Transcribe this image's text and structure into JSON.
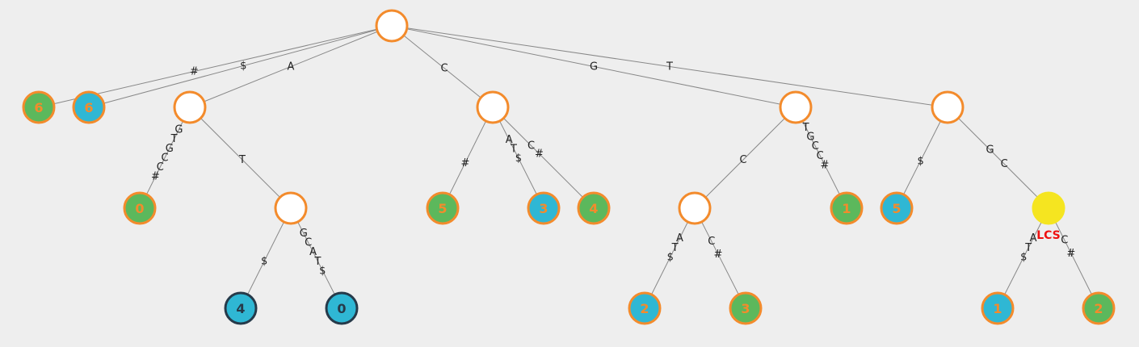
{
  "colors": {
    "background": "#eeeeee",
    "internal_fill": "#ffffff",
    "node_border": "#f38b2c",
    "leaf_green": "#5cb85c",
    "leaf_blue": "#2fb7d4",
    "highlight_blue_border": "#263a4a",
    "lcs_yellow": "#f5e520",
    "lcs_text": "#ee1111",
    "label_orange": "#f38b2c",
    "label_dark": "#263a4a"
  },
  "nodes": [
    {
      "id": "root",
      "kind": "internal",
      "label": ""
    },
    {
      "id": "n6g",
      "kind": "green",
      "label": "6"
    },
    {
      "id": "n6b",
      "kind": "blue",
      "label": "6"
    },
    {
      "id": "nA",
      "kind": "internal",
      "label": ""
    },
    {
      "id": "n0g",
      "kind": "green",
      "label": "0"
    },
    {
      "id": "nAT",
      "kind": "internal",
      "label": ""
    },
    {
      "id": "n4d",
      "kind": "blue-dark",
      "label": "4"
    },
    {
      "id": "n0d",
      "kind": "blue-dark",
      "label": "0"
    },
    {
      "id": "nC",
      "kind": "internal",
      "label": ""
    },
    {
      "id": "n5g",
      "kind": "green",
      "label": "5"
    },
    {
      "id": "n3b",
      "kind": "blue",
      "label": "3"
    },
    {
      "id": "n4g",
      "kind": "green",
      "label": "4"
    },
    {
      "id": "nG",
      "kind": "internal",
      "label": ""
    },
    {
      "id": "nGC",
      "kind": "internal",
      "label": ""
    },
    {
      "id": "n2b",
      "kind": "blue",
      "label": "2"
    },
    {
      "id": "n3g",
      "kind": "green",
      "label": "3"
    },
    {
      "id": "n1g",
      "kind": "green",
      "label": "1"
    },
    {
      "id": "nT",
      "kind": "internal",
      "label": ""
    },
    {
      "id": "n5b",
      "kind": "blue",
      "label": "5"
    },
    {
      "id": "nLCS",
      "kind": "lcs",
      "label": "",
      "tag": "LCS"
    },
    {
      "id": "n1b",
      "kind": "blue",
      "label": "1"
    },
    {
      "id": "n2g",
      "kind": "green",
      "label": "2"
    }
  ],
  "edges": [
    {
      "from": "root",
      "to": "n6g",
      "label": "#"
    },
    {
      "from": "root",
      "to": "n6b",
      "label": "$"
    },
    {
      "from": "root",
      "to": "nA",
      "label": "A"
    },
    {
      "from": "root",
      "to": "nC",
      "label": "C"
    },
    {
      "from": "root",
      "to": "nG",
      "label": "G"
    },
    {
      "from": "root",
      "to": "nT",
      "label": "T"
    },
    {
      "from": "nA",
      "to": "n0g",
      "label": "GTGCC#"
    },
    {
      "from": "nA",
      "to": "nAT",
      "label": "T"
    },
    {
      "from": "nAT",
      "to": "n4d",
      "label": "$"
    },
    {
      "from": "nAT",
      "to": "n0d",
      "label": "GCAT$"
    },
    {
      "from": "nC",
      "to": "n5g",
      "label": "#"
    },
    {
      "from": "nC",
      "to": "n3b",
      "label": "AT$"
    },
    {
      "from": "nC",
      "to": "n4g",
      "label": "C#"
    },
    {
      "from": "nG",
      "to": "nGC",
      "label": "C"
    },
    {
      "from": "nG",
      "to": "n1g",
      "label": "TGCC#"
    },
    {
      "from": "nGC",
      "to": "n2b",
      "label": "AT$"
    },
    {
      "from": "nGC",
      "to": "n3g",
      "label": "C#"
    },
    {
      "from": "nT",
      "to": "n5b",
      "label": "$"
    },
    {
      "from": "nT",
      "to": "nLCS",
      "label": "GC"
    },
    {
      "from": "nLCS",
      "to": "n1b",
      "label": "AT$"
    },
    {
      "from": "nLCS",
      "to": "n2g",
      "label": "C#"
    }
  ]
}
